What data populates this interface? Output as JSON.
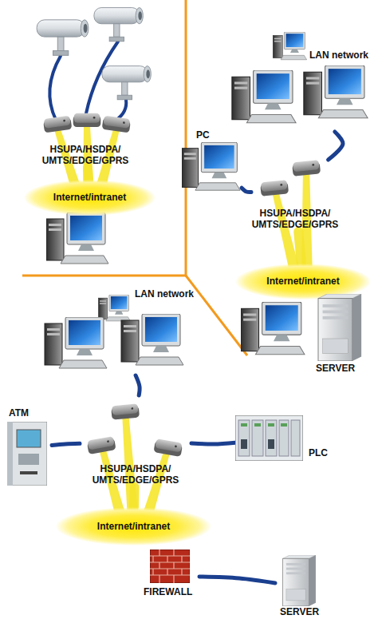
{
  "diagram": {
    "nodes": [
      {
        "text": [
          "HSUPA/HSDPA/ UMTS/EDGE/GPRS"
        ]
      },
      {
        "text": [
          "Internet/intranet"
        ]
      },
      {
        "text": [
          "LAN network"
        ]
      },
      {
        "text": [
          "PC"
        ]
      },
      {
        "text": [
          "HSUPA/HSDPA/ UMTS/EDGE/GPRS"
        ]
      },
      {
        "text": [
          "Internet/intranet"
        ]
      },
      {
        "text": [
          "SERVER"
        ]
      },
      {
        "text": [
          "LAN network"
        ]
      },
      {
        "text": [
          "ATM"
        ]
      },
      {
        "text": [
          "HSUPA/HSDPA/ UMTS/EDGE/GPRS"
        ]
      },
      {
        "text": [
          "PLC"
        ]
      },
      {
        "text": [
          "Internet/intranet"
        ]
      },
      {
        "text": [
          "FIREWALL"
        ]
      },
      {
        "text": [
          "SERVER"
        ]
      }
    ],
    "edges": [
      {
        "from": 0,
        "to": 1,
        "arrow": "none"
      },
      {
        "from": 2,
        "to": 4,
        "arrow": "none"
      },
      {
        "from": 3,
        "to": 4,
        "arrow": "none"
      },
      {
        "from": 4,
        "to": 5,
        "arrow": "none"
      },
      {
        "from": 7,
        "to": 9,
        "arrow": "none"
      },
      {
        "from": 8,
        "to": 9,
        "arrow": "none"
      },
      {
        "from": 10,
        "to": 9,
        "arrow": "none"
      },
      {
        "from": 9,
        "to": 11,
        "arrow": "none"
      },
      {
        "from": 12,
        "to": 13,
        "arrow": "none"
      }
    ]
  }
}
